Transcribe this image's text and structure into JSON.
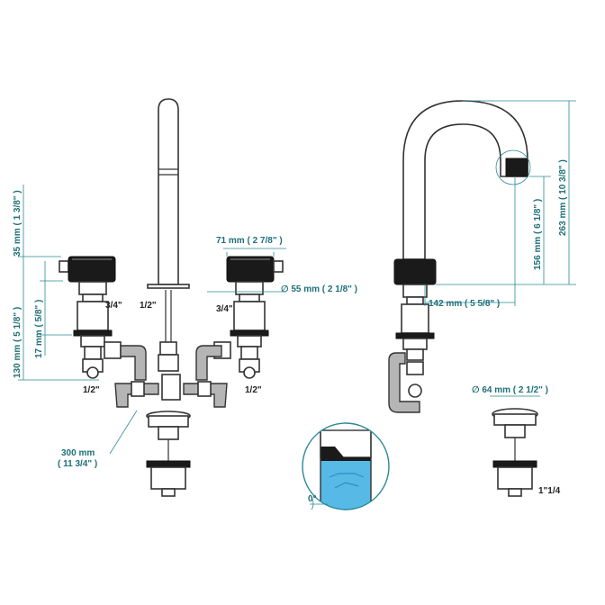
{
  "colors": {
    "dimension": "#1f6f78",
    "line": "#333333",
    "pipe": "#b5b5b5",
    "water": "#56b9e6",
    "handle": "#1a1a1a"
  },
  "labels": {
    "dim_35mm": "35 mm ( 1 3/8\" )",
    "dim_130mm": "130 mm ( 5 1/8\" )",
    "dim_17mm": "17 mm ( 5/8\" )",
    "dim_71mm": "71 mm ( 2 7/8\" )",
    "dim_55mm": "∅ 55 mm ( 2 1/8\" )",
    "dim_142mm": "142 mm ( 5 5/8\" )",
    "dim_156mm": "156 mm ( 6 1/8\" )",
    "dim_263mm": "263 mm ( 10 3/8\" )",
    "dim_64mm": "∅ 64 mm ( 2 1/2\" )",
    "dim_300mm_a": "300 mm",
    "dim_300mm_b": "( 11 3/4\" )",
    "thread_34_left": "3/4\"",
    "thread_12_center": "1/2\"",
    "thread_34_right": "3/4\"",
    "thread_12_left": "1/2\"",
    "thread_12_right": "1/2\"",
    "thread_1_14": "1\"1/4",
    "angle_0": "0°"
  }
}
